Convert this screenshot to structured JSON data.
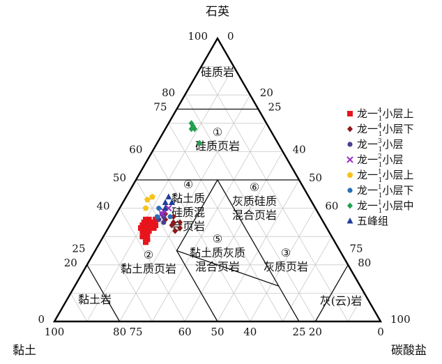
{
  "chart_data": {
    "type": "scatter",
    "plot": "ternary",
    "corners": {
      "top": "石英",
      "left": "黏土",
      "right": "碳酸盐"
    },
    "ticks": {
      "left_side": [
        "100",
        "80",
        "75",
        "60",
        "50",
        "40",
        "25",
        "20",
        "0"
      ],
      "right_side": [
        "0",
        "20",
        "25",
        "40",
        "50",
        "60",
        "75",
        "80",
        "100"
      ],
      "bottom": [
        "100",
        "80",
        "75",
        "60",
        "50",
        "40",
        "25",
        "20",
        "0"
      ]
    },
    "regions": [
      {
        "lines": [
          "硅质岩"
        ]
      },
      {
        "lines": [
          "①",
          "硅质页岩"
        ]
      },
      {
        "lines": [
          "④",
          "黏土质",
          "硅质混",
          "合页岩"
        ]
      },
      {
        "lines": [
          "⑥",
          "灰质硅质",
          "混合页岩"
        ]
      },
      {
        "lines": [
          "⑤",
          "黏土质灰质",
          "混合页岩"
        ]
      },
      {
        "lines": [
          "②",
          "黏土质页岩"
        ]
      },
      {
        "lines": [
          "③",
          "灰质页岩"
        ]
      },
      {
        "lines": [
          "黏土岩"
        ]
      },
      {
        "lines": [
          "灰(云)岩"
        ]
      }
    ],
    "series": [
      {
        "name": "龙一",
        "sub": "1",
        "sup": "4",
        "suffix": "小层上",
        "color": "#e8141c",
        "marker": "square",
        "points": [
          [
            34,
            55,
            11
          ],
          [
            35,
            54,
            11
          ],
          [
            33,
            56,
            11
          ],
          [
            32,
            57,
            11
          ],
          [
            34,
            56,
            10
          ],
          [
            36,
            53,
            11
          ],
          [
            33,
            55,
            12
          ],
          [
            35,
            55,
            10
          ],
          [
            31,
            57,
            12
          ],
          [
            32,
            56,
            12
          ],
          [
            34,
            54,
            12
          ],
          [
            30,
            58,
            12
          ],
          [
            33,
            57,
            10
          ],
          [
            35,
            52,
            13
          ],
          [
            36,
            51,
            13
          ],
          [
            30,
            57,
            13
          ],
          [
            31,
            56,
            13
          ],
          [
            33,
            53,
            14
          ],
          [
            34,
            52,
            14
          ],
          [
            28,
            58,
            14
          ],
          [
            29,
            57,
            14
          ],
          [
            32,
            55,
            13
          ],
          [
            36,
            54,
            10
          ],
          [
            33,
            54,
            13
          ],
          [
            35,
            53,
            12
          ]
        ]
      },
      {
        "name": "龙一",
        "sub": "1",
        "sup": "4",
        "suffix": "小层下",
        "color": "#8b1a1a",
        "marker": "diamond",
        "points": [
          [
            36,
            48,
            16
          ],
          [
            34,
            47,
            19
          ],
          [
            38,
            47,
            15
          ],
          [
            32,
            47,
            21
          ],
          [
            35,
            46,
            19
          ],
          [
            33,
            45,
            22
          ],
          [
            37,
            45,
            18
          ],
          [
            35,
            44,
            21
          ]
        ]
      },
      {
        "name": "龙一",
        "sub": "1",
        "sup": "3",
        "suffix": "小层",
        "color": "#4b3f8f",
        "marker": "circle",
        "points": [
          [
            36,
            50,
            14
          ],
          [
            38,
            48,
            14
          ],
          [
            37,
            48,
            15
          ],
          [
            35,
            49,
            16
          ]
        ]
      },
      {
        "name": "龙一",
        "sub": "1",
        "sup": "2",
        "suffix": "小层",
        "color": "#9b2fc4",
        "marker": "cross",
        "points": [
          [
            38,
            48,
            14
          ],
          [
            40,
            45,
            15
          ],
          [
            39,
            47,
            14
          ]
        ]
      },
      {
        "name": "龙一",
        "sub": "1",
        "sup": "1",
        "suffix": "小层上",
        "color": "#f6c21c",
        "marker": "pentagon",
        "points": [
          [
            44,
            48,
            8
          ],
          [
            43,
            50,
            7
          ],
          [
            40,
            52,
            8
          ]
        ]
      },
      {
        "name": "龙一",
        "sub": "1",
        "sup": "1",
        "suffix": "小层下",
        "color": "#2a6fb8",
        "marker": "circle",
        "points": [
          [
            40,
            48,
            12
          ],
          [
            37,
            50,
            13
          ],
          [
            37,
            46,
            17
          ]
        ]
      },
      {
        "name": "龙一",
        "sub": "1",
        "sup": "1",
        "suffix": "小层中",
        "color": "#22a050",
        "marker": "diamond",
        "points": [
          [
            69,
            23,
            8
          ],
          [
            68,
            24,
            8
          ],
          [
            70,
            23,
            7
          ],
          [
            68,
            23,
            9
          ],
          [
            63,
            24,
            13
          ]
        ]
      },
      {
        "name": "五峰组",
        "sub": "",
        "sup": "",
        "suffix": "",
        "color": "#1f3d99",
        "marker": "triangle",
        "points": [
          [
            42,
            45,
            13
          ],
          [
            44,
            43,
            13
          ],
          [
            40,
            46,
            14
          ],
          [
            42,
            43,
            15
          ]
        ]
      }
    ]
  }
}
